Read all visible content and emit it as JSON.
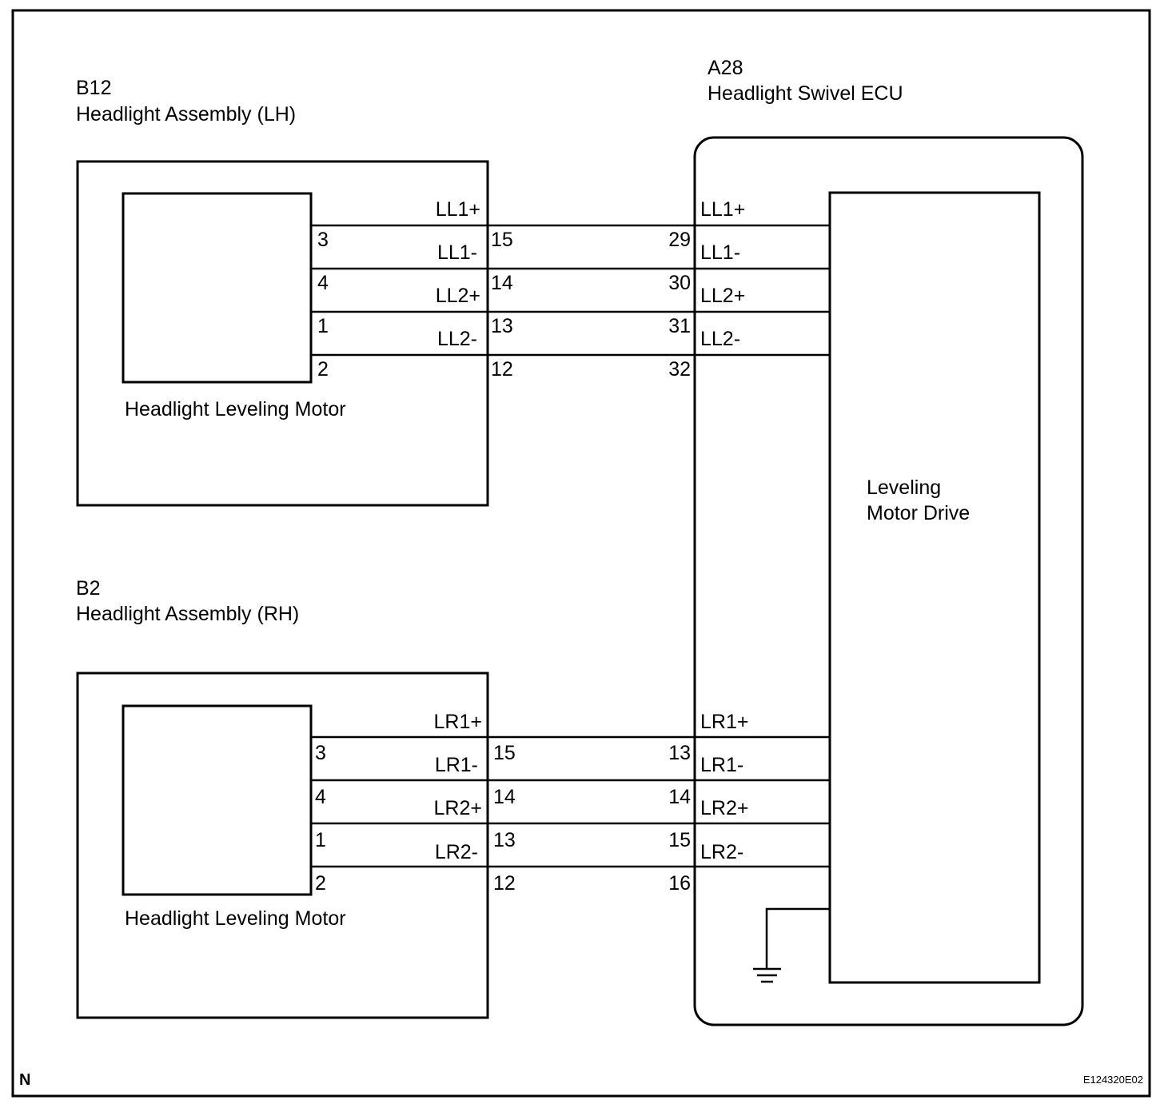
{
  "lh_assembly": {
    "code": "B12",
    "name": "Headlight Assembly (LH)",
    "motor_label": "Headlight Leveling Motor",
    "motor_pins": [
      "3",
      "4",
      "1",
      "2"
    ],
    "connector_pins": [
      "15",
      "14",
      "13",
      "12"
    ],
    "signals": [
      "LL1+",
      "LL1-",
      "LL2+",
      "LL2-"
    ]
  },
  "rh_assembly": {
    "code": "B2",
    "name": "Headlight Assembly (RH)",
    "motor_label": "Headlight Leveling Motor",
    "motor_pins": [
      "3",
      "4",
      "1",
      "2"
    ],
    "connector_pins": [
      "15",
      "14",
      "13",
      "12"
    ],
    "signals": [
      "LR1+",
      "LR1-",
      "LR2+",
      "LR2-"
    ]
  },
  "ecu": {
    "code": "A28",
    "name": "Headlight Swivel ECU",
    "lh_pins": [
      "29",
      "30",
      "31",
      "32"
    ],
    "rh_pins": [
      "13",
      "14",
      "15",
      "16"
    ],
    "lh_signals": [
      "LL1+",
      "LL1-",
      "LL2+",
      "LL2-"
    ],
    "rh_signals": [
      "LR1+",
      "LR1-",
      "LR2+",
      "LR2-"
    ],
    "drive_label_line1": "Leveling",
    "drive_label_line2": "Motor Drive"
  },
  "footer": {
    "left_mark": "N",
    "figure_id": "E124320E02"
  }
}
